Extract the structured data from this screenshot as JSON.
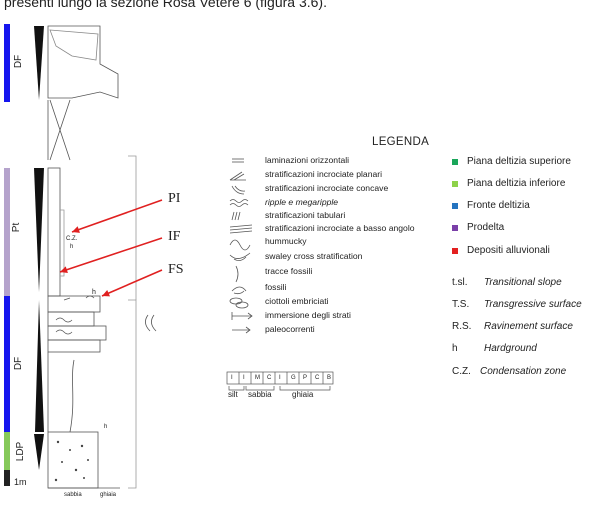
{
  "caption": "presenti lungo la sezione Rosa Vetere 6 (figura 3.6).",
  "legend": {
    "title": "LEGENDA",
    "structures": [
      {
        "icon": "horizontal-lamination-icon",
        "label": "laminazioni orizzontali",
        "italic": false
      },
      {
        "icon": "planar-cross-stratification-icon",
        "label": "stratificazioni incrociate planari",
        "italic": false
      },
      {
        "icon": "concave-cross-stratification-icon",
        "label": "stratificazioni incrociate concave",
        "italic": false
      },
      {
        "icon": "ripple-icon",
        "label": "ripple e megaripple",
        "italic": true
      },
      {
        "icon": "tabular-stratification-icon",
        "label": "stratificazioni tabulari",
        "italic": false
      },
      {
        "icon": "low-angle-cross-stratification-icon",
        "label": "stratificazioni incrociate a basso angolo",
        "italic": false
      },
      {
        "icon": "hummocky-icon",
        "label": "hummucky",
        "italic": false
      },
      {
        "icon": "swaley-icon",
        "label": "swaley cross stratification",
        "italic": false
      },
      {
        "icon": "trace-fossil-icon",
        "label": "tracce fossili",
        "italic": false
      },
      {
        "icon": "fossil-icon",
        "label": "fossili",
        "italic": false
      },
      {
        "icon": "imbricated-pebbles-icon",
        "label": "ciottoli embriciati",
        "italic": false
      },
      {
        "icon": "bed-dip-icon",
        "label": "immersione degli strati",
        "italic": false
      },
      {
        "icon": "paleocurrent-arrow-icon",
        "label": "paleocorrenti",
        "italic": false
      }
    ],
    "environments": [
      {
        "label": "Piana deltizia superiore",
        "color": "#1aa65a"
      },
      {
        "label": "Piana deltizia inferiore",
        "color": "#8ed24a"
      },
      {
        "label": "Fronte deltizia",
        "color": "#2474c0"
      },
      {
        "label": "Prodelta",
        "color": "#7a3fa8"
      },
      {
        "label": "Depositi alluvionali",
        "color": "#e32020"
      }
    ],
    "abbreviations": [
      {
        "abbr": "t.sl.",
        "text": "Transitional slope"
      },
      {
        "abbr": "T.S.",
        "text": "Transgressive surface"
      },
      {
        "abbr": "R.S.",
        "text": "Ravinement surface"
      },
      {
        "abbr": "h",
        "text": "Hardground"
      },
      {
        "abbr": "C.Z.",
        "text": "Condensation zone"
      }
    ],
    "grain_scale": {
      "ticks": [
        "I",
        "I",
        "M",
        "C",
        "I",
        "G",
        "P",
        "C",
        "B"
      ],
      "groups": [
        "silt",
        "sabbia",
        "ghiaia"
      ]
    }
  },
  "column": {
    "facies_labels": [
      "DF",
      "Pt",
      "DF",
      "LDP"
    ],
    "facies_colors": {
      "DF": "#1515ee",
      "Pt": "#b5a3cc",
      "LDP": "#86c95a"
    },
    "surface_labels": [
      "PI",
      "IF",
      "FS"
    ],
    "arrow_color": "#e02020",
    "cz_label": "C.Z.",
    "h_label": "h",
    "scale_label": "1m",
    "bottom_scale": [
      "sabbia",
      "ghiaia"
    ]
  }
}
